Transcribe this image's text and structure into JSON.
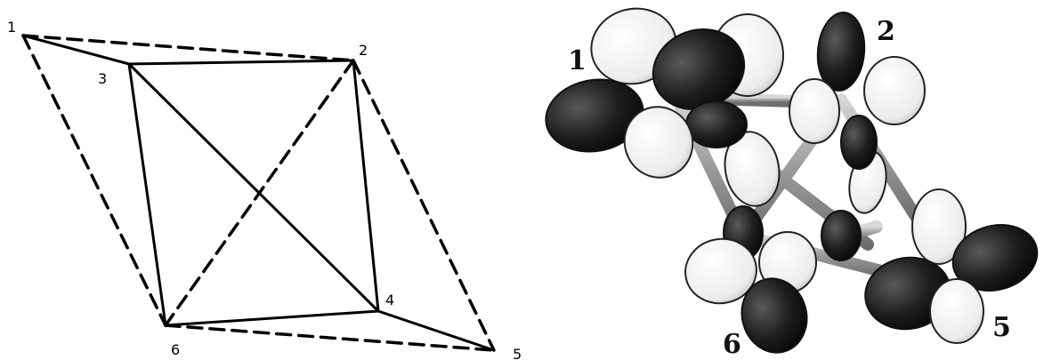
{
  "left_figure": {
    "labels": {
      "v1": "1",
      "v2": "2",
      "v3": "3",
      "v4": "4",
      "v5": "5",
      "v6": "6"
    }
  },
  "right_figure": {
    "labels": {
      "v1": "1",
      "v2": "2",
      "v5": "5",
      "v6": "6"
    },
    "colors": {
      "dark_lobe": "#1c1c1c",
      "light_lobe": "#f2f2f2",
      "rod": "#a9a9a9"
    }
  }
}
